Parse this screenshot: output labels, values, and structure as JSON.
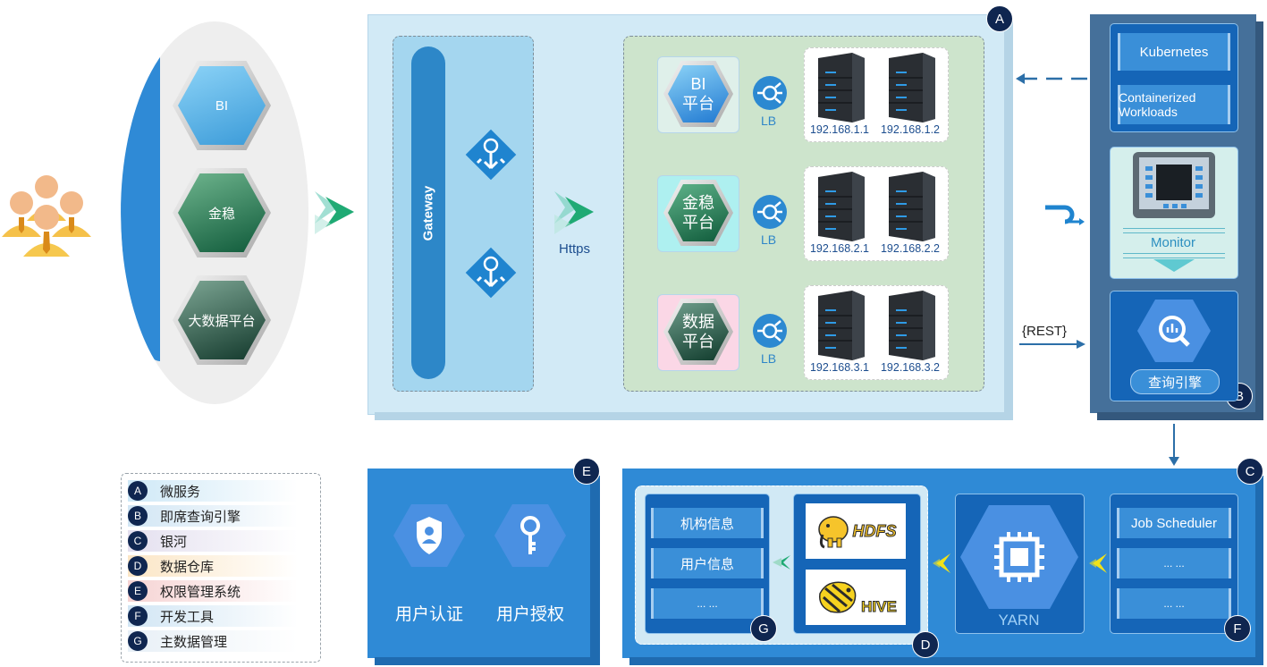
{
  "left_column": {
    "hex_items": [
      {
        "label": "BI"
      },
      {
        "label": "金稳"
      },
      {
        "label": "大数据平台"
      }
    ]
  },
  "gateway": {
    "label": "Gateway"
  },
  "https_label": "Https",
  "platforms": [
    {
      "label": "BI\n平台",
      "lines": [
        "BI",
        "平台"
      ],
      "lb": "LB",
      "servers": [
        "192.168.1.1",
        "192.168.1.2"
      ]
    },
    {
      "label": "金稳\n平台",
      "lines": [
        "金稳",
        "平台"
      ],
      "lb": "LB",
      "servers": [
        "192.168.2.1",
        "192.168.2.2"
      ]
    },
    {
      "label": "数据\n平台",
      "lines": [
        "数据",
        "平台"
      ],
      "lb": "LB",
      "servers": [
        "192.168.3.1",
        "192.168.3.2"
      ]
    }
  ],
  "badges": {
    "a": "A",
    "b": "B",
    "c": "C",
    "d": "D",
    "e": "E",
    "f": "F",
    "g": "G"
  },
  "panel_b": {
    "kubernetes": "Kubernetes",
    "workloads": "Containerized Workloads",
    "monitor": "Monitor",
    "query_engine": "查询引擎"
  },
  "rest_label": "REST",
  "panel_e": {
    "auth": "用户认证",
    "authz": "用户授权"
  },
  "panel_c": {
    "g_items": [
      "机构信息",
      "用户信息",
      "... ..."
    ],
    "hdfs": "HDFS",
    "hive": "HIVE",
    "yarn": "YARN",
    "f_items": [
      "Job Scheduler",
      "... ...",
      "... ..."
    ]
  },
  "legend": [
    {
      "key": "A",
      "label": "微服务",
      "color": "#cfe9f7"
    },
    {
      "key": "B",
      "label": "即席查询引擎",
      "color": "#d2e6f4"
    },
    {
      "key": "C",
      "label": "银河",
      "color": "#e4e0ef"
    },
    {
      "key": "D",
      "label": "数据仓库",
      "color": "#fbe6c6"
    },
    {
      "key": "E",
      "label": "权限管理系统",
      "color": "#f6d4d4"
    },
    {
      "key": "F",
      "label": "开发工具",
      "color": "#d2e6f4"
    },
    {
      "key": "G",
      "label": "主数据管理",
      "color": "#e8f0f7"
    }
  ]
}
